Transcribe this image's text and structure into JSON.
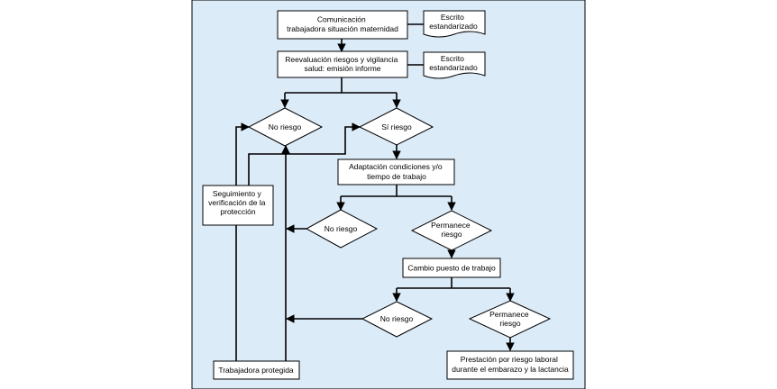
{
  "colors": {
    "panel_background": "#dcebf8",
    "box_fill": "#ffffff",
    "stroke": "#000000"
  },
  "nodes": {
    "comunicacion": {
      "lines": [
        "Comunicación",
        "trabajadora situación maternidad"
      ]
    },
    "escrito1": {
      "lines": [
        "Escrito",
        "estandarizado"
      ]
    },
    "reevaluacion": {
      "lines": [
        "Reevaluación riesgos y vigilancia",
        "salud: emisión informe"
      ]
    },
    "escrito2": {
      "lines": [
        "Escrito",
        "estandarizado"
      ]
    },
    "no_riesgo_1": {
      "lines": [
        "No riesgo"
      ]
    },
    "si_riesgo": {
      "lines": [
        "Sí riesgo"
      ]
    },
    "adaptacion": {
      "lines": [
        "Adaptación condiciones y/o",
        "tiempo de trabajo"
      ]
    },
    "seguimiento": {
      "lines": [
        "Seguimiento y",
        "verificación de la",
        "protección"
      ]
    },
    "no_riesgo_2": {
      "lines": [
        "No riesgo"
      ]
    },
    "permanece_1": {
      "lines": [
        "Permanece",
        "riesgo"
      ]
    },
    "cambio_puesto": {
      "lines": [
        "Cambio puesto de trabajo"
      ]
    },
    "no_riesgo_3": {
      "lines": [
        "No riesgo"
      ]
    },
    "permanece_2": {
      "lines": [
        "Permanece",
        "riesgo"
      ]
    },
    "protegida": {
      "lines": [
        "Trabajadora protegida"
      ]
    },
    "prestacion": {
      "lines": [
        "Prestación por riesgo laboral",
        "durante el embarazo y la lactancia"
      ]
    }
  }
}
